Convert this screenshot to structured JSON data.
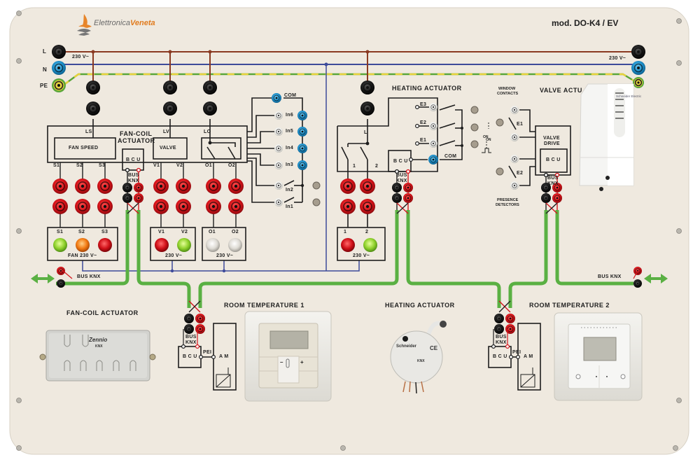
{
  "board": {
    "brand_prefix": "Elettronica",
    "brand_suffix": "Veneta",
    "model": "mod.  DO-K4 / EV",
    "colors": {
      "panel": "#efe9df",
      "phase_wire": "#8a3a22",
      "neutral_wire": "#3d4a9a",
      "earth_green": "#5aa63a",
      "earth_yellow": "#e7d23b",
      "bus_green": "#5ab043",
      "socket_red": "#d4161c",
      "socket_black": "#1a1a1a",
      "socket_blue": "#1e8fc8"
    }
  },
  "power": {
    "left_labels": [
      "L",
      "N",
      "PE"
    ],
    "voltage_left": "230 V~",
    "voltage_right": "230 V~"
  },
  "fan_coil_actuator": {
    "title_line1": "FAN-COIL",
    "title_line2": "ACTUATOR",
    "inputs": [
      "LS",
      "LV",
      "LO"
    ],
    "blocks": {
      "fan_speed": "FAN  SPEED",
      "valve": "VALVE",
      "bcu": "B C U"
    },
    "outputs": [
      "S1",
      "S2",
      "S3",
      "V1",
      "V2",
      "O1",
      "O2"
    ],
    "bus_label_1": "BUS",
    "bus_label_2": "KNX",
    "indicators": {
      "fan": {
        "labels": [
          "S1",
          "S2",
          "S3"
        ],
        "colors": [
          "green",
          "orange",
          "red"
        ],
        "caption": "FAN  230 V~"
      },
      "valve": {
        "labels": [
          "V1",
          "V2"
        ],
        "colors": [
          "red",
          "green"
        ],
        "caption": "230 V~"
      },
      "outputs": {
        "labels": [
          "O1",
          "O2"
        ],
        "colors": [
          "white",
          "white"
        ],
        "caption": "230 V~"
      }
    },
    "binary_inputs": {
      "com": "COM",
      "inputs": [
        "In6",
        "In5",
        "In4",
        "In3",
        "In2",
        "In1"
      ]
    }
  },
  "heating_actuator": {
    "title": "HEATING  ACTUATOR",
    "line_label": "L",
    "outputs": [
      "1",
      "2"
    ],
    "inputs": [
      "E3",
      "E2",
      "E1"
    ],
    "com": "COM",
    "bcu": "B C U",
    "bus_label_1": "BUS",
    "bus_label_2": "KNX",
    "indicators": {
      "labels": [
        "1",
        "2"
      ],
      "colors": [
        "red",
        "green"
      ],
      "caption": "230 V~"
    },
    "switch_legend": "ON"
  },
  "valve_actuator": {
    "title": "VALVE  ACTU",
    "window_contacts": "WINDOW\nCONTACTS",
    "window_l1": "WINDOW",
    "window_l2": "CONTACTS",
    "presence_l1": "PRESENCE",
    "presence_l2": "DETECTORS",
    "inputs": [
      "E1",
      "E2"
    ],
    "drive_l1": "VALVE",
    "drive_l2": "DRIVE",
    "bcu": "B C U",
    "bus_label_1": "BUS",
    "bus_label_2": "KNX",
    "switch_legend": "ON",
    "device_brand": "Schneider Electric"
  },
  "bus": {
    "left_label": "BUS  KNX",
    "right_label": "BUS  KNX"
  },
  "devices": {
    "fan_coil": {
      "title": "FAN-COIL  ACTUATOR",
      "brand": "Zennio",
      "badge": "KNX"
    },
    "room_temp_1": {
      "title": "ROOM  TEMPERATURE  1",
      "bcu": "B C U",
      "pei": "PEI",
      "am": "A M",
      "bus_1": "BUS",
      "bus_2": "KNX",
      "minus": "–",
      "plus": "+"
    },
    "heating": {
      "title": "HEATING  ACTUATOR",
      "brand": "Schneider",
      "ce": "CE",
      "badge": "KNX"
    },
    "room_temp_2": {
      "title": "ROOM  TEMPERATURE  2",
      "bcu": "B C U",
      "pei": "PEI",
      "am": "A M",
      "bus_1": "BUS",
      "bus_2": "KNX"
    }
  }
}
